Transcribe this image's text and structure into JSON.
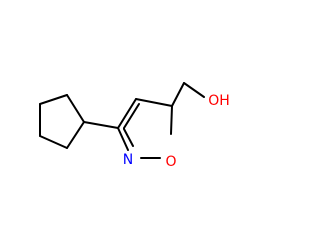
{
  "molecule": {
    "atoms": [
      {
        "id": "N",
        "label": "N",
        "color": "#0000ff"
      },
      {
        "id": "O",
        "label": "O",
        "color": "#ff0000"
      },
      {
        "id": "OH",
        "label": "OH",
        "color": "#ff0000"
      }
    ],
    "bond_color": "#000000"
  }
}
